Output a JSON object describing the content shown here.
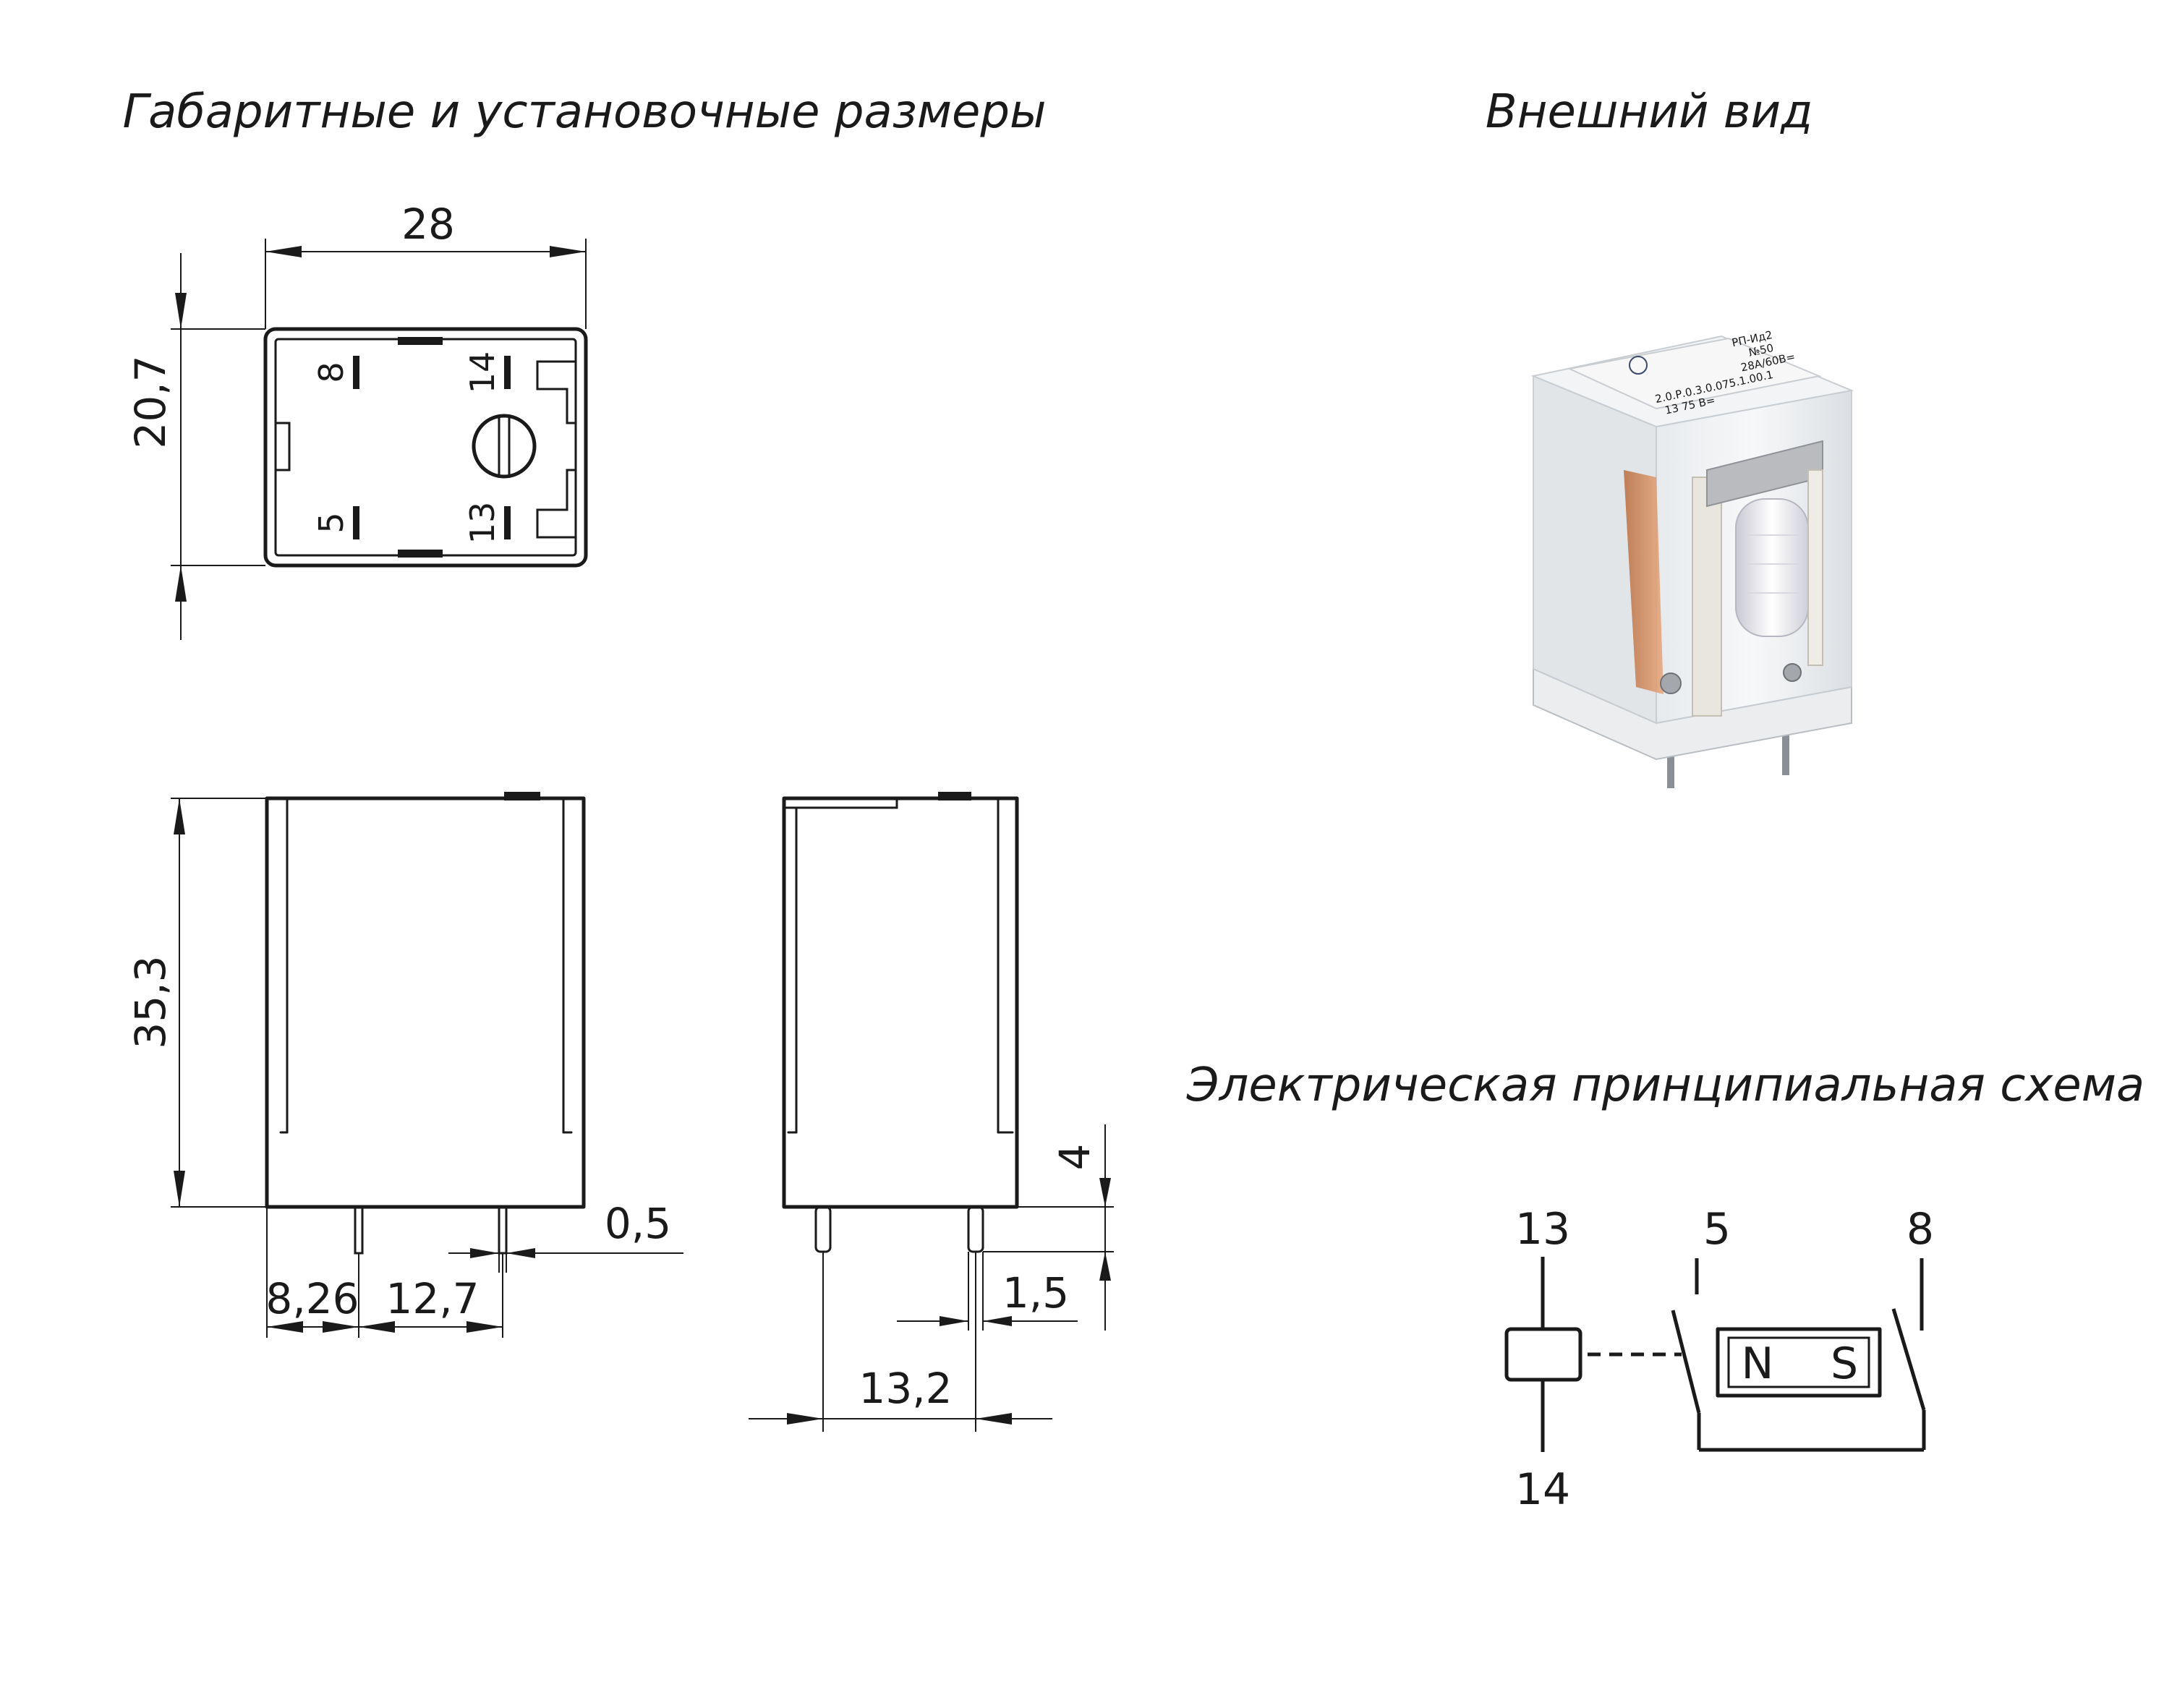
{
  "titles": {
    "dimensions": "Габаритные и установочные размеры",
    "appearance": "Внешний вид",
    "schematic": "Электрическая принципиальная схема"
  },
  "top_view": {
    "width_dim": "28",
    "height_dim": "20,7",
    "pins": {
      "top_left": "8",
      "top_right": "14",
      "bottom_left": "5",
      "bottom_right": "13"
    }
  },
  "front_view": {
    "height_dim": "35,3",
    "pin_thickness": "0,5",
    "pin_offset": "8,26",
    "pin_spacing": "12,7"
  },
  "side_view": {
    "pin_length": "4",
    "pin_width": "1,5",
    "pin_spacing": "13,2"
  },
  "photo": {
    "label_lines": [
      "РП-Ид2",
      "№50",
      "28А/60В=",
      "2.0.Р.0.3.0.075.1.00.1",
      "13 75 В="
    ]
  },
  "schematic": {
    "coil_top": "13",
    "coil_bottom": "14",
    "contact_left": "5",
    "contact_right": "8",
    "magnet_n": "N",
    "magnet_s": "S"
  }
}
